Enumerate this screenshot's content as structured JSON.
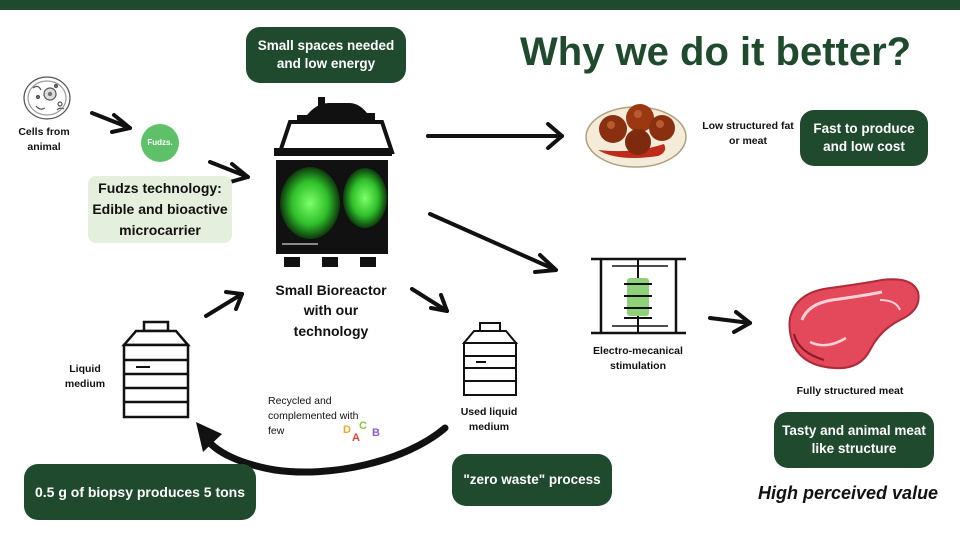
{
  "title": "Why we do it better?",
  "pills": {
    "small_spaces": "Small spaces needed and low energy",
    "fast_produce": "Fast to produce and low cost",
    "tasty": "Tasty and animal meat like structure",
    "zero_waste": "\"zero waste\" process",
    "biopsy": "0.5 g of biopsy produces 5 tons"
  },
  "labels": {
    "cells": "Cells from animal",
    "fudzs_logo": "Fudzs.",
    "fudzs_tech": "Fudzs technology: Edible and bioactive microcarrier",
    "bioreactor": "Small Bioreactor with our technology",
    "liquid": "Liquid medium",
    "used_liquid": "Used liquid medium",
    "recycled": "Recycled and complemented with few",
    "low_structured": "Low structured fat or meat",
    "electro": "Electro-mecanical stimulation",
    "fully": "Fully structured meat",
    "high_value": "High perceived value"
  },
  "abcd": [
    {
      "t": "D",
      "color": "#f0a830"
    },
    {
      "t": "A",
      "color": "#e8402a"
    },
    {
      "t": "C",
      "color": "#8cc63f"
    },
    {
      "t": "B",
      "color": "#8a5cc8"
    }
  ],
  "colors": {
    "brand": "#1f4a2d",
    "accent_green": "#3fd63a",
    "light_green": "#e4f0dd"
  }
}
